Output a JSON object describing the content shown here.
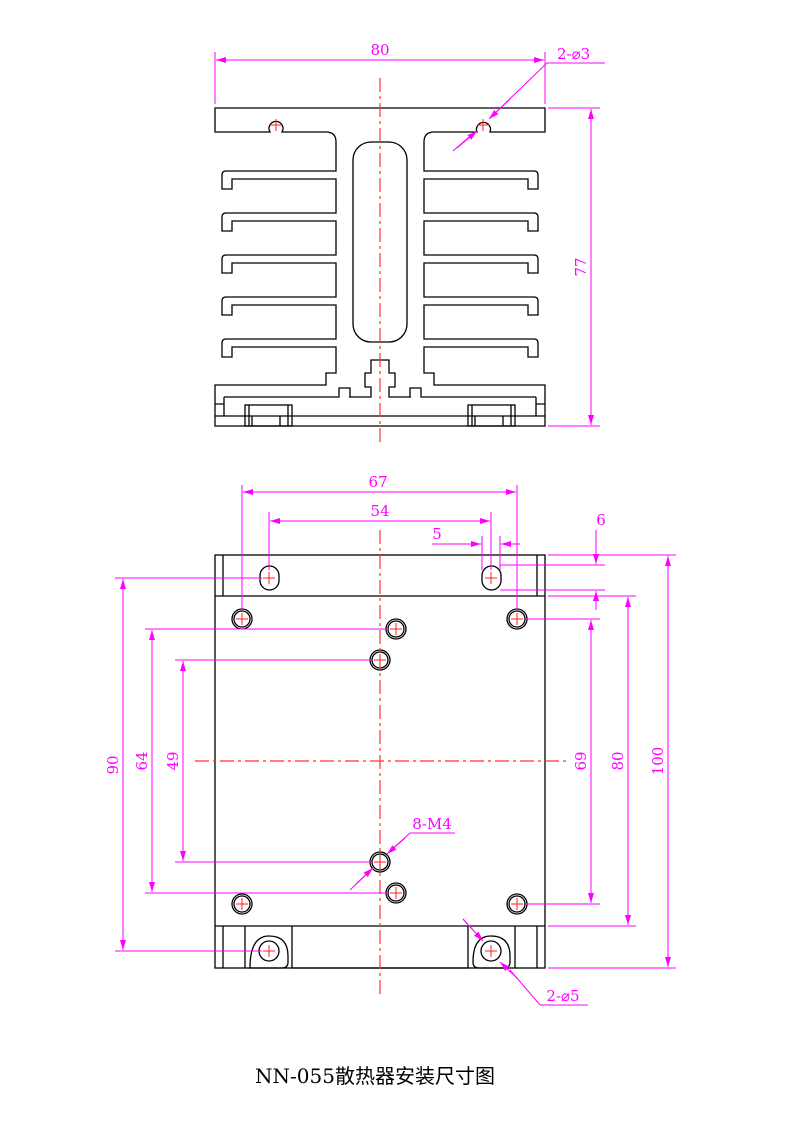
{
  "title": "NN-055散热器安装尺寸图",
  "colors": {
    "outline": "#000000",
    "center_line": "#ff3333",
    "dimension": "#ff00ff"
  },
  "front_view": {
    "width_dim": "80",
    "height_dim": "77",
    "hole_note": "2-⌀3"
  },
  "bottom_view": {
    "dim_67": "67",
    "dim_54": "54",
    "dim_5": "5",
    "dim_6": "6",
    "dim_90": "90",
    "dim_64": "64",
    "dim_49": "49",
    "dim_69": "69",
    "dim_80": "80",
    "dim_100": "100",
    "thread_note": "8-M4",
    "mount_hole_note": "2-⌀5"
  }
}
